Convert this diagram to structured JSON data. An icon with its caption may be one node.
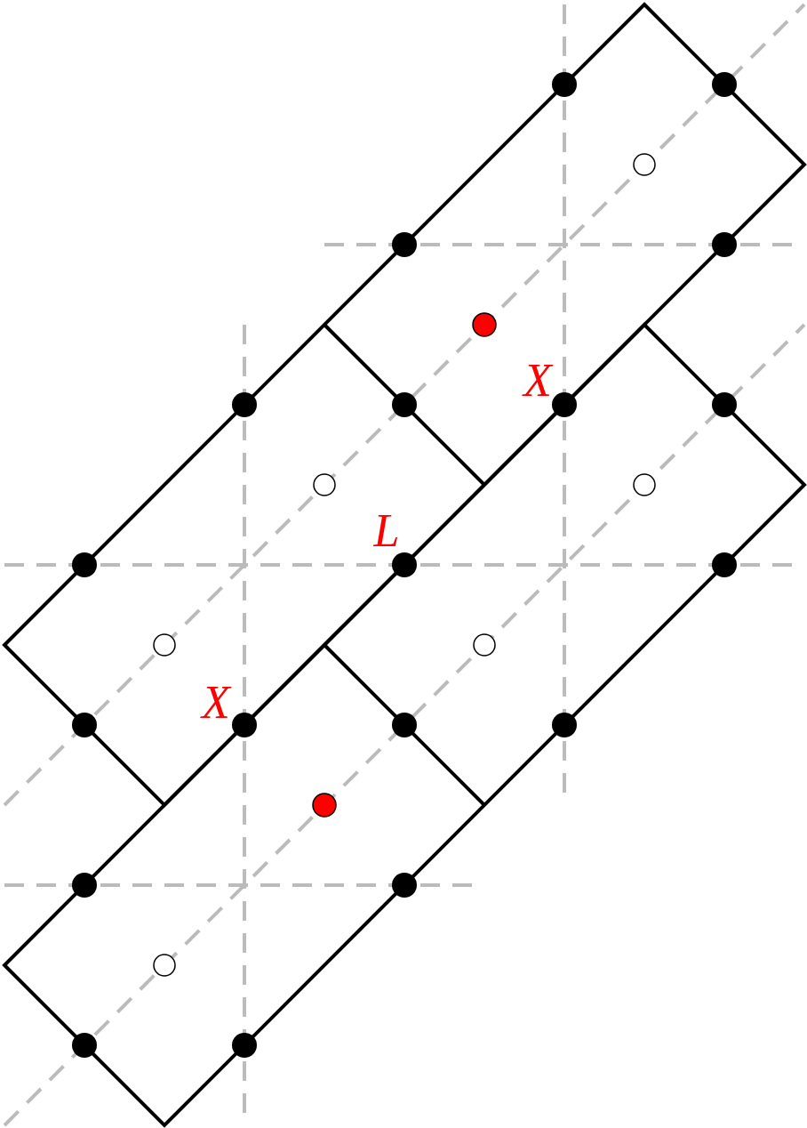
{
  "diagram": {
    "labels": [
      "X",
      "L",
      "X"
    ]
  }
}
